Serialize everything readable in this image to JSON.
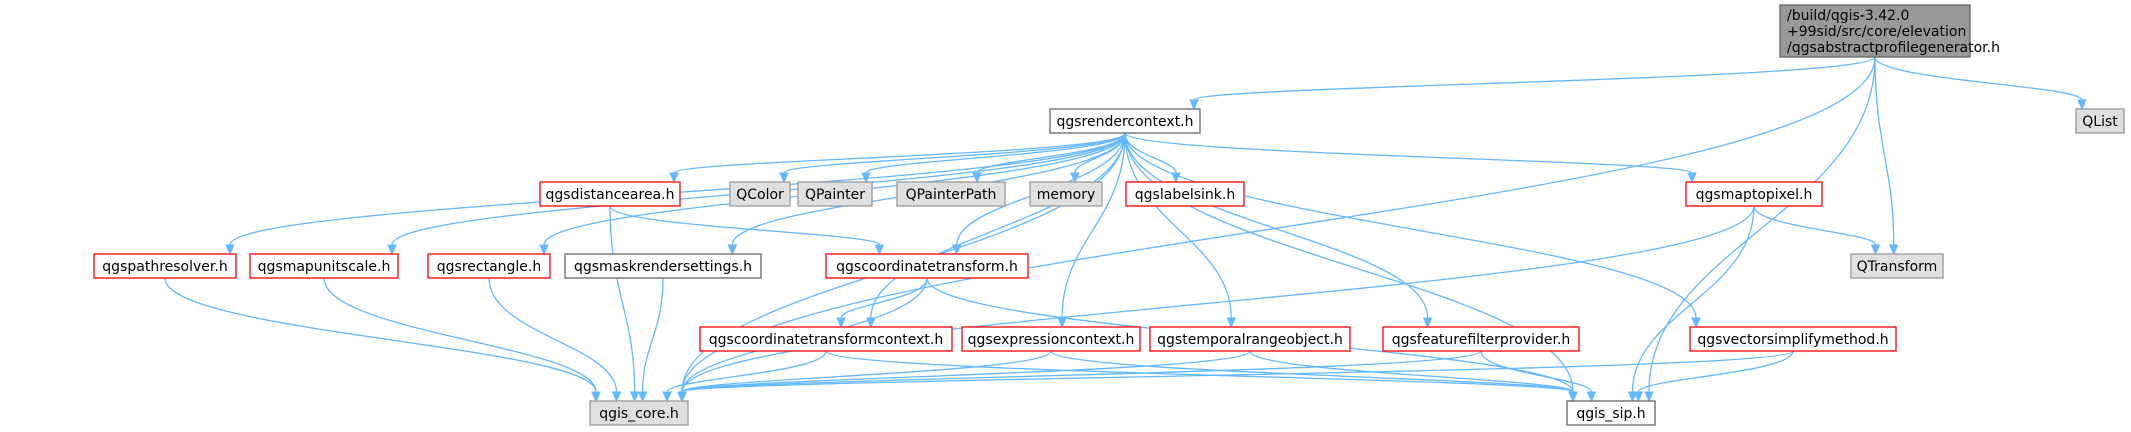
{
  "nodes": {
    "root": {
      "lines": [
        "/build/qgis-3.42.0",
        "+99sid/src/core/elevation",
        "/qgsabstractprofilegenerator.h"
      ]
    },
    "qgsrendercontext": {
      "label": "qgsrendercontext.h"
    },
    "qlist": {
      "label": "QList"
    },
    "qcolor": {
      "label": "QColor"
    },
    "qpainter": {
      "label": "QPainter"
    },
    "qpainterpath": {
      "label": "QPainterPath"
    },
    "memory": {
      "label": "memory"
    },
    "qgslabelsink": {
      "label": "qgslabelsink.h"
    },
    "qgsdistancearea": {
      "label": "qgsdistancearea.h"
    },
    "qgsmaptopixel": {
      "label": "qgsmaptopixel.h"
    },
    "qtransform": {
      "label": "QTransform"
    },
    "qgspathresolver": {
      "label": "qgspathresolver.h"
    },
    "qgsmapunitscale": {
      "label": "qgsmapunitscale.h"
    },
    "qgsrectangle": {
      "label": "qgsrectangle.h"
    },
    "qgsmaskrendersettings": {
      "label": "qgsmaskrendersettings.h"
    },
    "qgscoordinatetransform": {
      "label": "qgscoordinatetransform.h"
    },
    "qgscoordinatetransformcontext": {
      "label": "qgscoordinatetransformcontext.h"
    },
    "qgsexpressioncontext": {
      "label": "qgsexpressioncontext.h"
    },
    "qgstemporalrangeobject": {
      "label": "qgstemporalrangeobject.h"
    },
    "qgsfeaturefilterprovider": {
      "label": "qgsfeaturefilterprovider.h"
    },
    "qgsvectorsimplifymethod": {
      "label": "qgsvectorsimplifymethod.h"
    },
    "qgis_core": {
      "label": "qgis_core.h"
    },
    "qgis_sip": {
      "label": "qgis_sip.h"
    }
  },
  "edges": [
    [
      "root",
      "qgsrendercontext"
    ],
    [
      "root",
      "qlist"
    ],
    [
      "root",
      "qtransform"
    ],
    [
      "root",
      "qgis_core"
    ],
    [
      "root",
      "qgis_sip"
    ],
    [
      "qgsrendercontext",
      "qcolor"
    ],
    [
      "qgsrendercontext",
      "qpainter"
    ],
    [
      "qgsrendercontext",
      "qpainterpath"
    ],
    [
      "qgsrendercontext",
      "memory"
    ],
    [
      "qgsrendercontext",
      "qgslabelsink"
    ],
    [
      "qgsrendercontext",
      "qgsdistancearea"
    ],
    [
      "qgsrendercontext",
      "qgsmaptopixel"
    ],
    [
      "qgsrendercontext",
      "qgspathresolver"
    ],
    [
      "qgsrendercontext",
      "qgsmapunitscale"
    ],
    [
      "qgsrendercontext",
      "qgsrectangle"
    ],
    [
      "qgsrendercontext",
      "qgsmaskrendersettings"
    ],
    [
      "qgsrendercontext",
      "qgscoordinatetransform"
    ],
    [
      "qgsrendercontext",
      "qgscoordinatetransformcontext"
    ],
    [
      "qgsrendercontext",
      "qgsexpressioncontext"
    ],
    [
      "qgsrendercontext",
      "qgstemporalrangeobject"
    ],
    [
      "qgsrendercontext",
      "qgsfeaturefilterprovider"
    ],
    [
      "qgsrendercontext",
      "qgsvectorsimplifymethod"
    ],
    [
      "qgsrendercontext",
      "qgis_core"
    ],
    [
      "qgsrendercontext",
      "qgis_sip"
    ],
    [
      "qgsdistancearea",
      "qgscoordinatetransform"
    ],
    [
      "qgsdistancearea",
      "qgis_core"
    ],
    [
      "qgsmaptopixel",
      "qtransform"
    ],
    [
      "qgsmaptopixel",
      "qgis_core"
    ],
    [
      "qgsmaptopixel",
      "qgis_sip"
    ],
    [
      "qgspathresolver",
      "qgis_core"
    ],
    [
      "qgsmapunitscale",
      "qgis_core"
    ],
    [
      "qgsrectangle",
      "qgis_core"
    ],
    [
      "qgsmaskrendersettings",
      "qgis_core"
    ],
    [
      "qgscoordinatetransform",
      "qgscoordinatetransformcontext"
    ],
    [
      "qgscoordinatetransform",
      "qgis_core"
    ],
    [
      "qgscoordinatetransform",
      "qgis_sip"
    ],
    [
      "qgscoordinatetransformcontext",
      "qgis_core"
    ],
    [
      "qgscoordinatetransformcontext",
      "qgis_sip"
    ],
    [
      "qgsexpressioncontext",
      "qgis_core"
    ],
    [
      "qgsexpressioncontext",
      "qgis_sip"
    ],
    [
      "qgstemporalrangeobject",
      "qgis_core"
    ],
    [
      "qgstemporalrangeobject",
      "qgis_sip"
    ],
    [
      "qgsfeaturefilterprovider",
      "qgis_core"
    ],
    [
      "qgsfeaturefilterprovider",
      "qgis_sip"
    ],
    [
      "qgsvectorsimplifymethod",
      "qgis_core"
    ],
    [
      "qgsvectorsimplifymethod",
      "qgis_sip"
    ]
  ],
  "colors": {
    "edge": "#63b8ff",
    "documented_border": "#ff0000",
    "plain_border": "#666666",
    "external_fill": "#e0e0e0",
    "root_fill": "#999999"
  }
}
